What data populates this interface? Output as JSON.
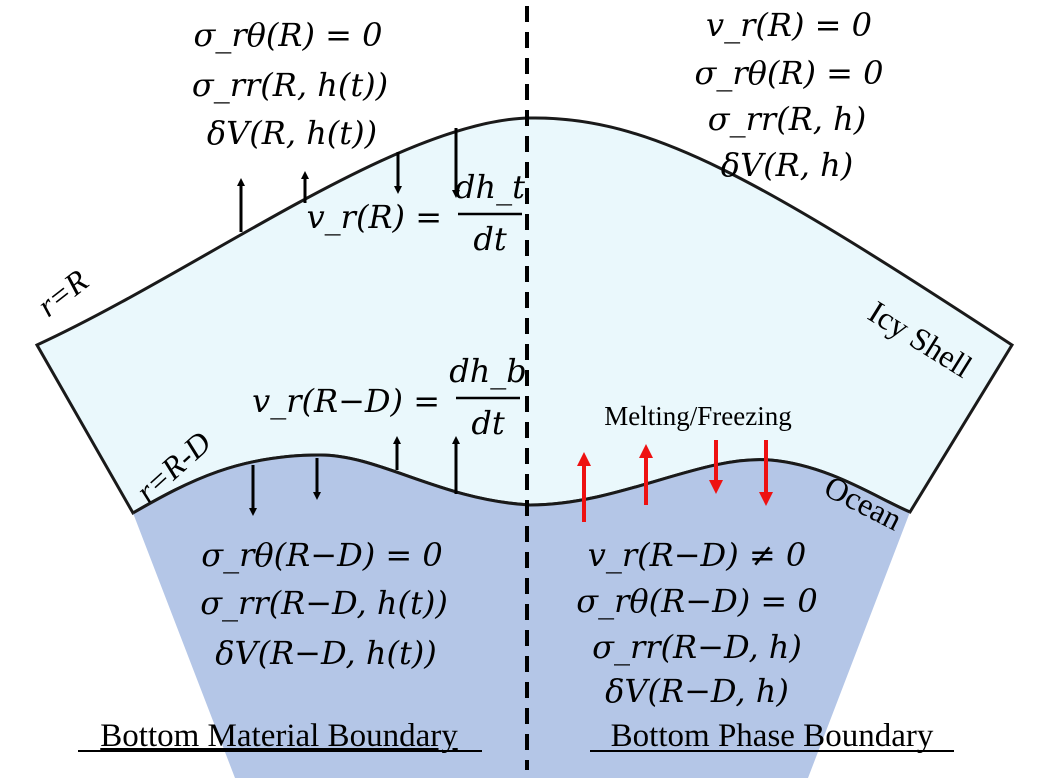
{
  "colors": {
    "ice": "#eaf8fc",
    "ocean": "#b4c6e7",
    "outline": "#1a1a1a",
    "arrow": "#000000",
    "red_arrow": "#ee1111"
  },
  "labels": {
    "r_top": "r=R",
    "r_bottom": "r=R-D",
    "icy_shell": "Icy Shell",
    "ocean": "Ocean",
    "melting": "Melting/Freezing",
    "bottom_material": "Bottom Material Boundary",
    "bottom_phase": "Bottom Phase Boundary"
  },
  "equations": {
    "top_left": [
      "σ_rθ(R) = 0",
      "σ_rr(R, h(t))",
      "δV(R, h(t))"
    ],
    "top_right": [
      "v_r(R) = 0",
      "σ_rθ(R) = 0",
      "σ_rr(R, h)",
      "δV(R, h)"
    ],
    "vr_top": {
      "lhs": "v_r(R) =",
      "num": "dh_t",
      "den": "dt"
    },
    "vr_bottom": {
      "lhs": "v_r(R−D) =",
      "num": "dh_b",
      "den": "dt"
    },
    "bottom_left": [
      "σ_rθ(R−D) = 0",
      "σ_rr(R−D, h(t))",
      "δV(R−D, h(t))"
    ],
    "bottom_right": [
      "v_r(R−D) ≠ 0",
      "σ_rθ(R−D) = 0",
      "σ_rr(R−D, h)",
      "δV(R−D, h)"
    ]
  }
}
